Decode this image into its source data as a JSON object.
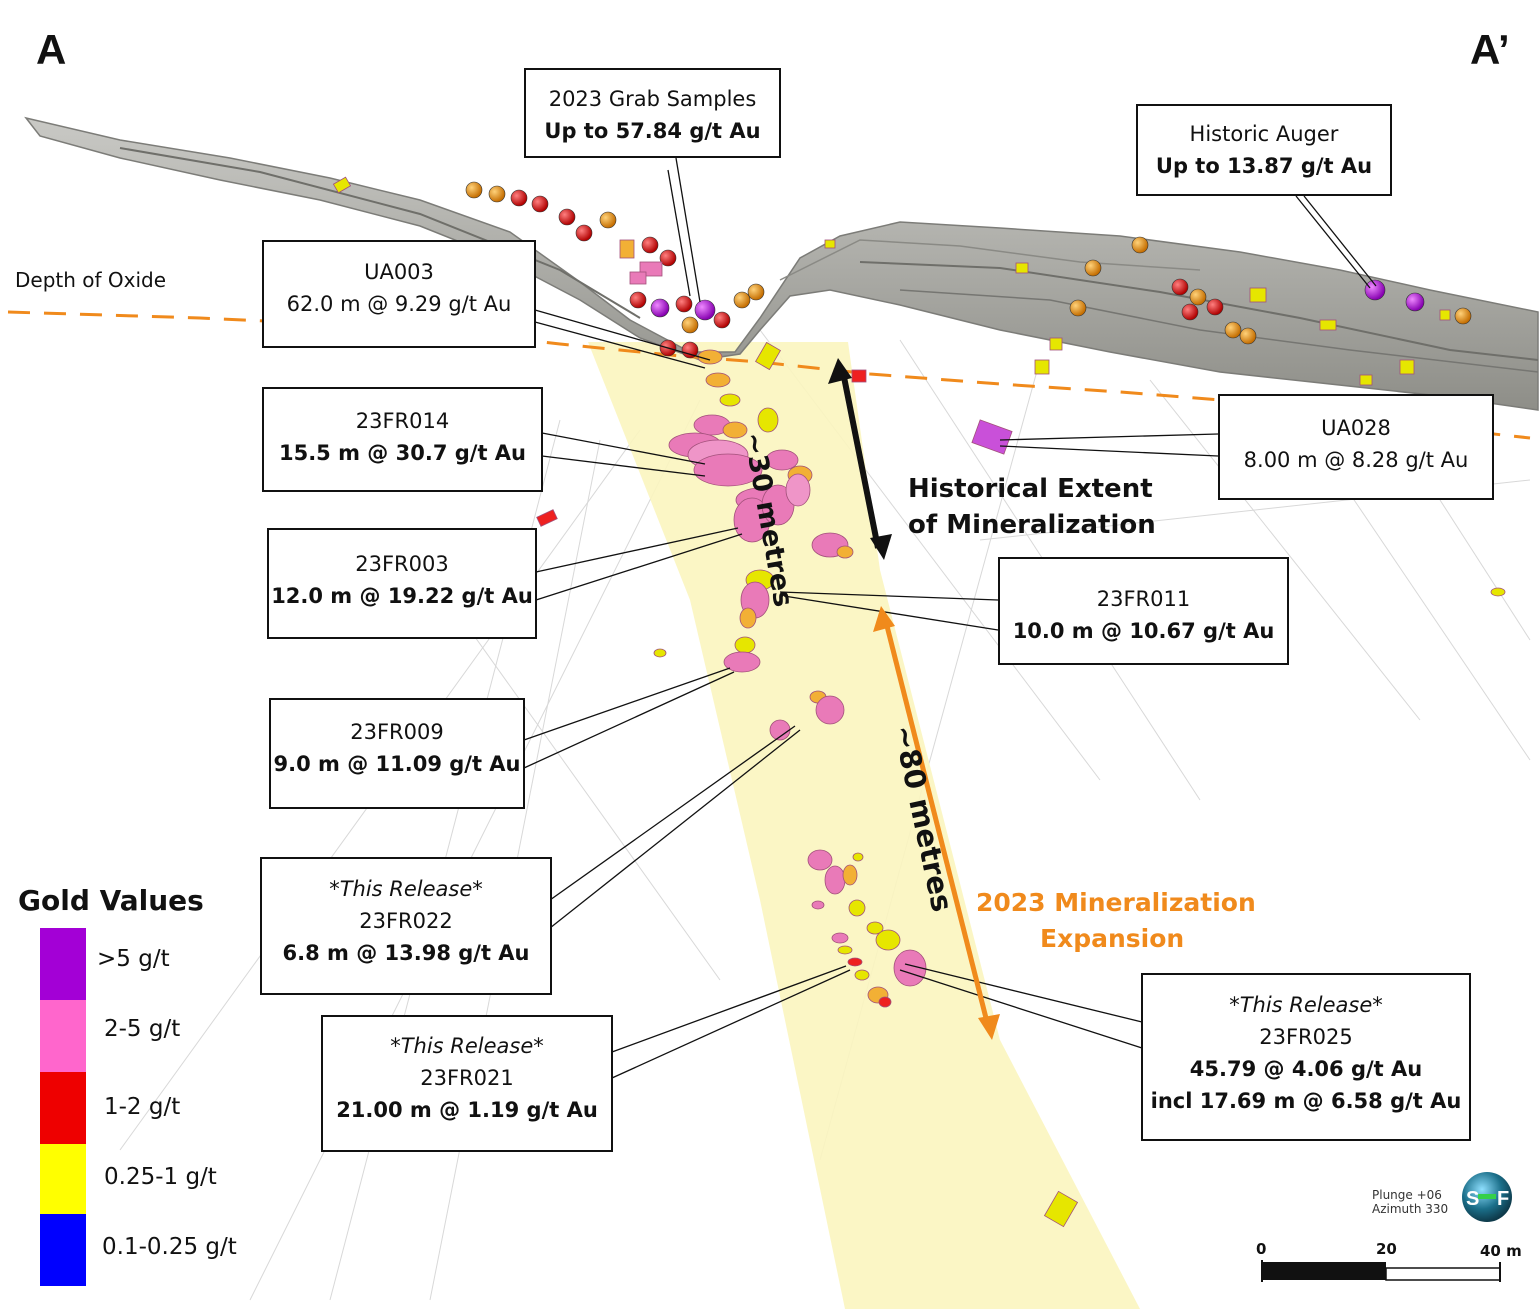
{
  "section_labels": {
    "start": "A",
    "end": "A’"
  },
  "oxide_label": "Depth of Oxide",
  "callouts": {
    "grab": {
      "line1": "2023 Grab Samples",
      "line2": "Up to 57.84 g/t Au"
    },
    "auger": {
      "line1": "Historic Auger",
      "line2": "Up to 13.87 g/t Au"
    },
    "ua003": {
      "line1": "UA003",
      "line2": "62.0 m @ 9.29 g/t Au"
    },
    "ua028": {
      "line1": "UA028",
      "line2": "8.00 m @ 8.28 g/t Au"
    },
    "fr014": {
      "line1": "23FR014",
      "line2": "15.5 m @ 30.7 g/t Au"
    },
    "fr003": {
      "line1": "23FR003",
      "line2": "12.0 m @ 19.22 g/t Au"
    },
    "fr011": {
      "line1": "23FR011",
      "line2": "10.0 m @ 10.67 g/t Au"
    },
    "fr009": {
      "line1": "23FR009",
      "line2": "9.0 m @ 11.09 g/t Au"
    },
    "fr022": {
      "line0": "*This Release*",
      "line1": "23FR022",
      "line2": "6.8 m @ 13.98 g/t Au"
    },
    "fr021": {
      "line0": "*This Release*",
      "line1": "23FR021",
      "line2": "21.00 m @ 1.19 g/t Au"
    },
    "fr025": {
      "line0": "*This Release*",
      "line1": "23FR025",
      "line2": "45.79  @ 4.06 g/t Au",
      "line3": "incl 17.69 m @ 6.58 g/t Au"
    }
  },
  "annotations": {
    "thirty": "~30 metres",
    "eighty": "~80 metres",
    "historical_1": "Historical Extent",
    "historical_2": "of Mineralization",
    "expansion_1": "2023 Mineralization",
    "expansion_2": "Expansion"
  },
  "legend": {
    "title": "Gold Values",
    "items": [
      {
        "label": ">5 g/t",
        "color": "#a300d6"
      },
      {
        "label": "2-5 g/t",
        "color": "#ff66cc"
      },
      {
        "label": "1-2 g/t",
        "color": "#ee0000"
      },
      {
        "label": "0.25-1 g/t",
        "color": "#ffff00"
      },
      {
        "label": "0.1-0.25 g/t",
        "color": "#0000ff"
      }
    ]
  },
  "view": {
    "plunge": "Plunge +06",
    "azimuth": "Azimuth 330"
  },
  "logo": {
    "letter1": "S",
    "letter2": "F"
  },
  "scale_bar": {
    "ticks": [
      "0",
      "20",
      "40 m"
    ]
  },
  "colors": {
    "orange": "#f08a1c",
    "zone": "#fbf5bf",
    "terrain": "#9a9a95"
  }
}
